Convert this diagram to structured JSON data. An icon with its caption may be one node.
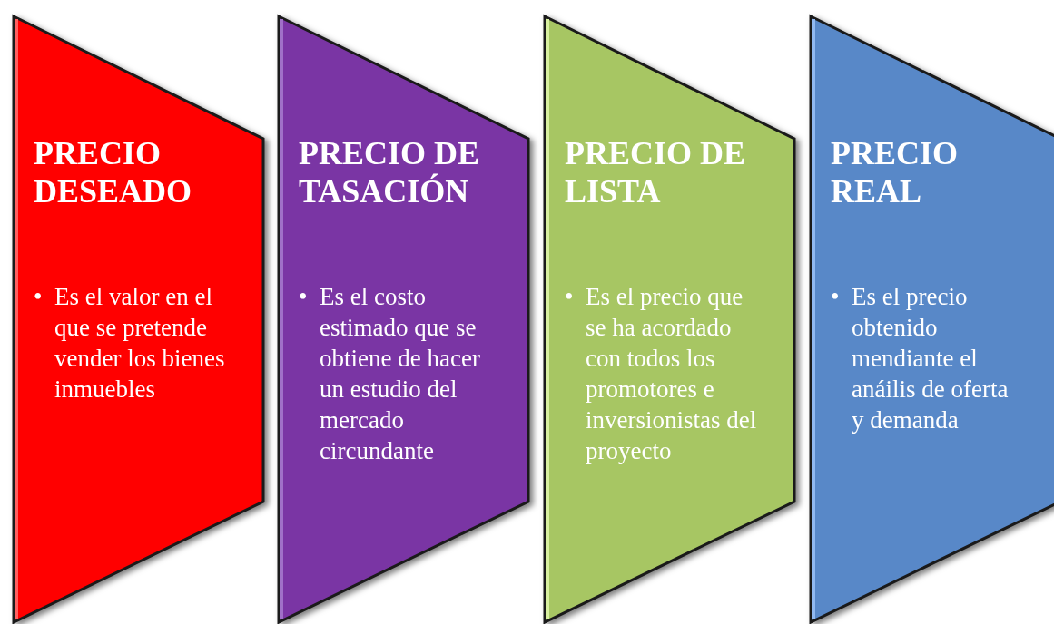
{
  "diagram": {
    "nodes": [
      {
        "text": [
          "PRECIO DESEADO",
          "•",
          "Es el valor en el que se pretende vender los bienes inmuebles"
        ]
      },
      {
        "text": [
          "PRECIO DE TASACIÓN",
          "•",
          "Es el costo estimado que se obtiene de hacer un estudio del mercado circundante"
        ]
      },
      {
        "text": [
          "PRECIO DE LISTA",
          "•",
          "Es el precio que se ha acordado con todos los promotores e inversionistas del proyecto"
        ]
      },
      {
        "text": [
          "PRECIO REAL",
          "•",
          "Es el precio obtenido mendiante el anáilis de oferta y demanda"
        ]
      }
    ]
  }
}
